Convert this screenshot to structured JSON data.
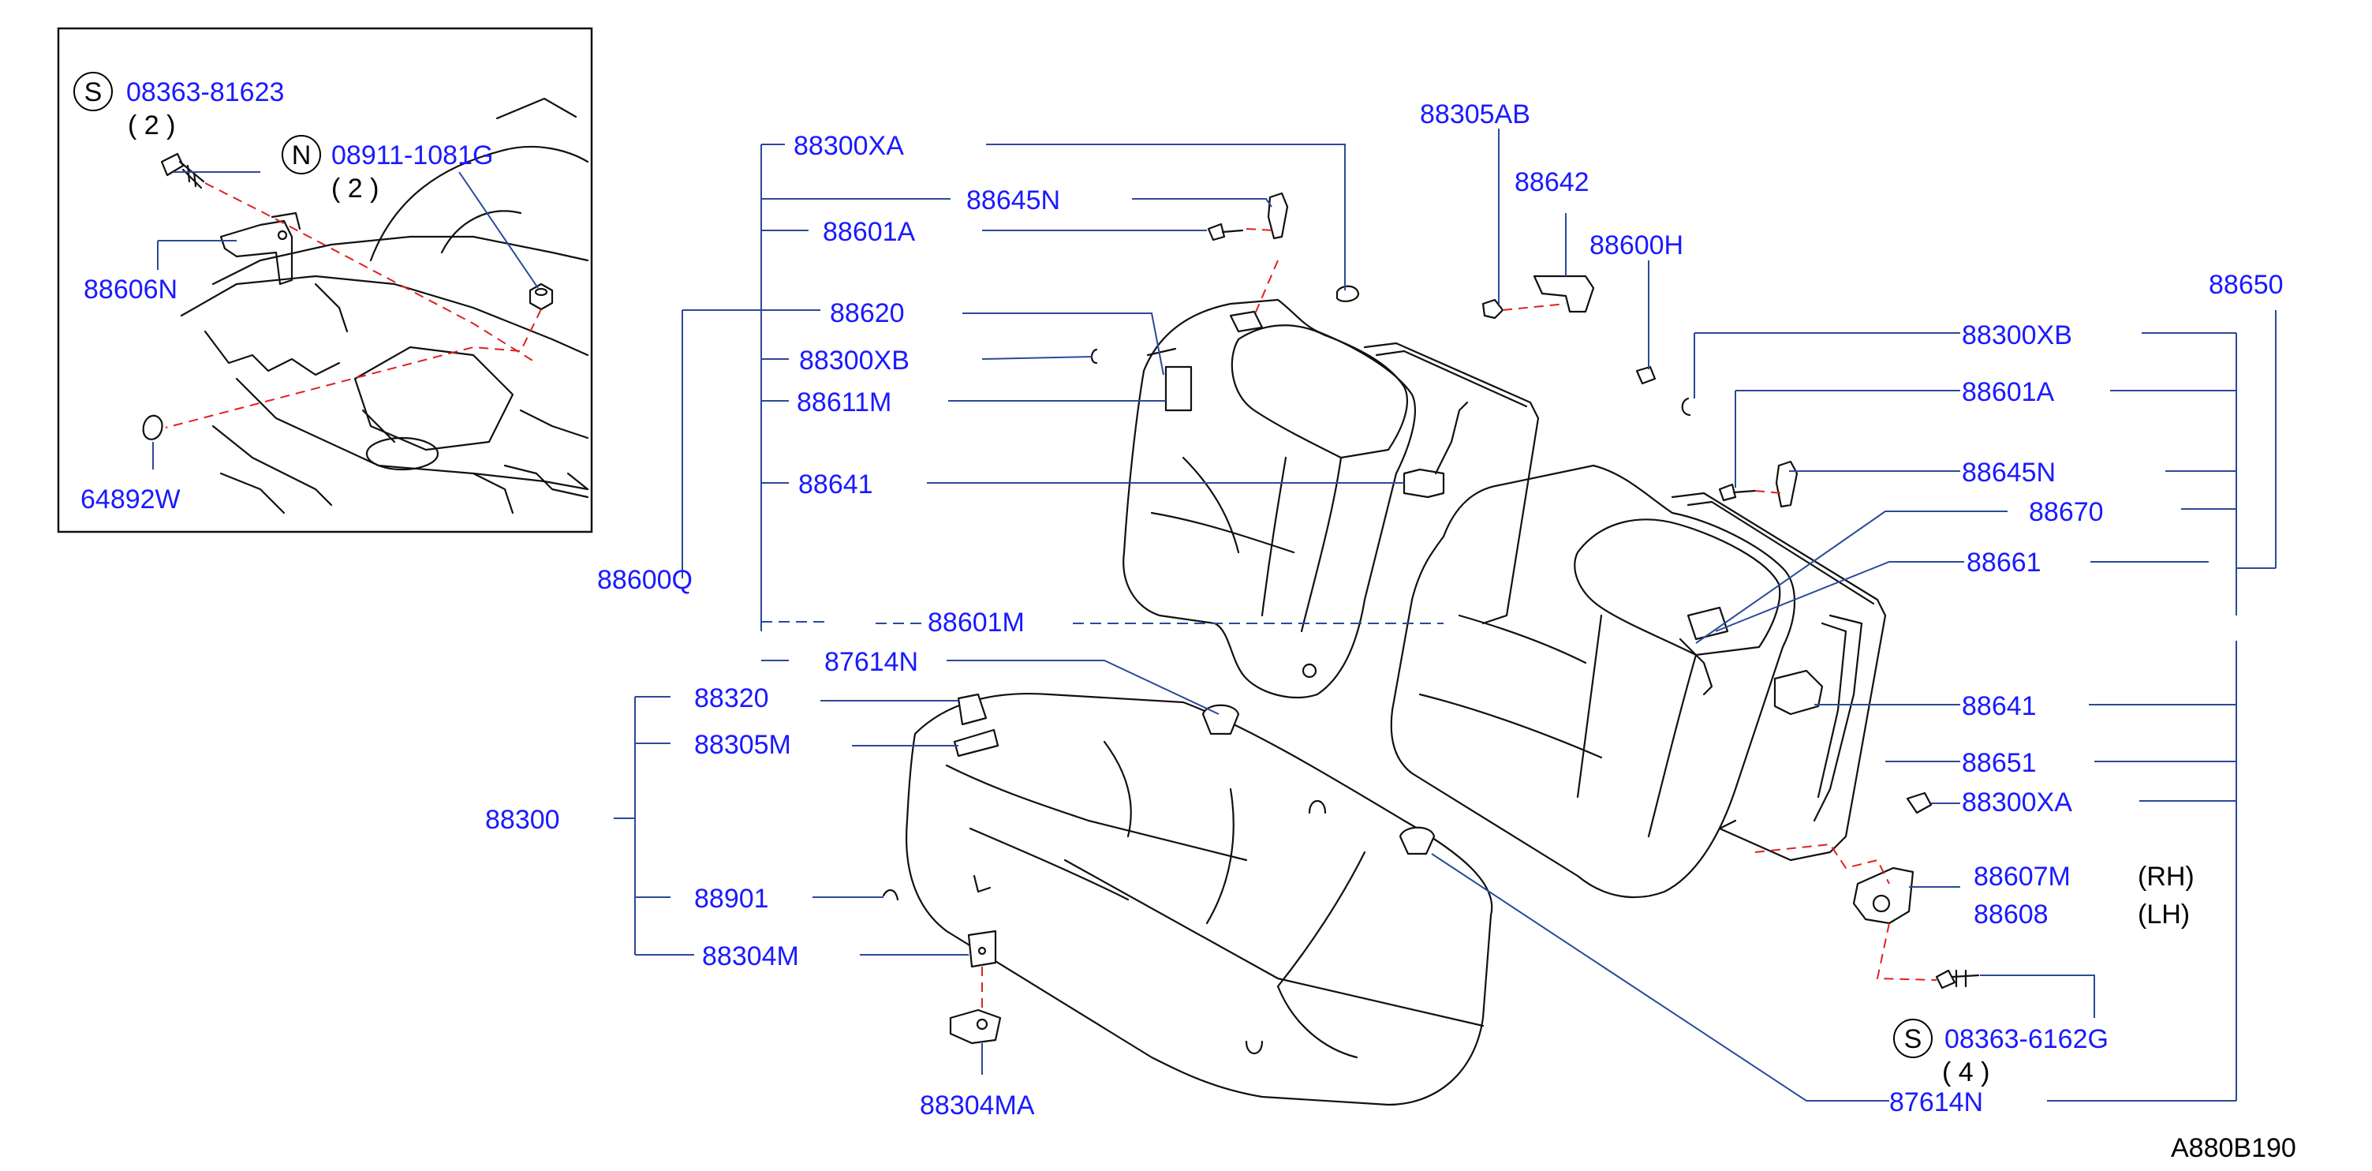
{
  "inset": {
    "labels": {
      "s_bolt": "08363-81623",
      "s_qty": "( 2 )",
      "n_nut": "08911-1081G",
      "n_qty": "( 2 )",
      "bracket": "88606N",
      "plug": "64892W"
    },
    "symbols": {
      "s": "S",
      "n": "N"
    }
  },
  "labels": {
    "l88300XA_a": "88300XA",
    "l88645N_a": "88645N",
    "l88601A_a": "88601A",
    "l88620": "88620",
    "l88300XB_a": "88300XB",
    "l88611M": "88611M",
    "l88641_a": "88641",
    "l88600Q": "88600Q",
    "l88601M": "88601M",
    "l87614N_a": "87614N",
    "l88305AB": "88305AB",
    "l88642": "88642",
    "l88600H": "88600H",
    "l88650": "88650",
    "l88300XB_b": "88300XB",
    "l88601A_b": "88601A",
    "l88645N_b": "88645N",
    "l88670": "88670",
    "l88661": "88661",
    "l88641_b": "88641",
    "l88651": "88651",
    "l88300XA_b": "88300XA",
    "l88607M": "88607M",
    "l88607M_side": "(RH)",
    "l88608": "88608",
    "l88608_side": "(LH)",
    "l08363_6162G": "08363-6162G",
    "l08363_qty": "( 4 )",
    "l87614N_b": "87614N",
    "l88320": "88320",
    "l88305M": "88305M",
    "l88300": "88300",
    "l88901": "88901",
    "l88304M": "88304M",
    "l88304MA": "88304MA",
    "drawing_code": "A880B190"
  },
  "symbols": {
    "s2": "S"
  }
}
